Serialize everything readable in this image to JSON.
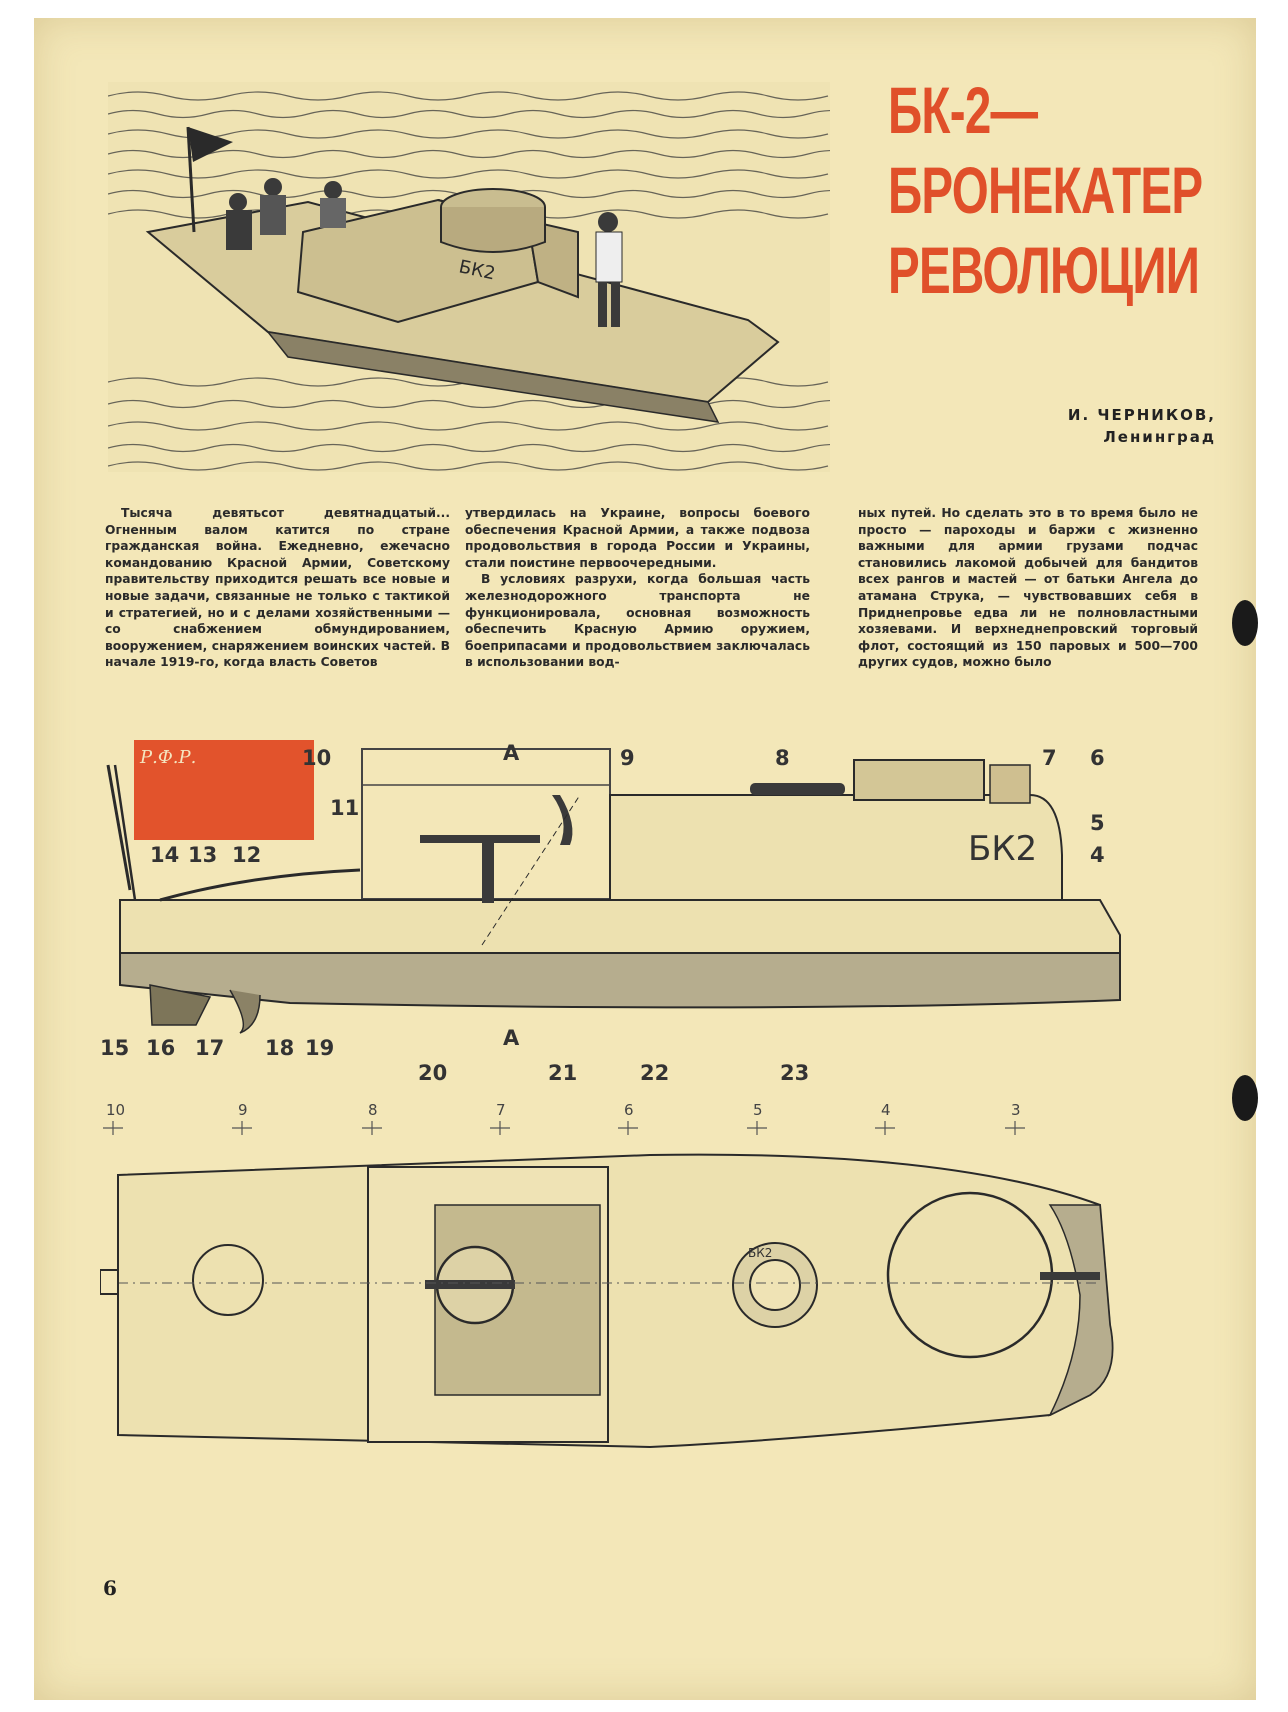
{
  "article": {
    "title_lines": [
      "БК-2—",
      "БРОНЕКАТЕР",
      "РЕВОЛЮЦИИ"
    ],
    "author_name": "И. ЧЕРНИКОВ,",
    "author_city": "Ленинград",
    "page_number": "6"
  },
  "illustration": {
    "boat_marking": "БК2"
  },
  "body": {
    "col1": "Тысяча девятьсот девятнадцатый... Огненным валом катится по стране гражданская война. Ежедневно, ежечасно командованию Красной Армии, Советскому правительству приходится решать все новые и новые задачи, связанные не только с тактикой и стратегией, но и с делами хозяйственными — со снабжением обмундированием, вооружением, снаряжением воинских частей. В начале 1919-го, когда власть Советов",
    "col2_p1": "утвердилась на Украине, вопросы боевого обеспечения Красной Армии, а также подвоза продовольствия в города России и Украины, стали поистине первоочередными.",
    "col2_p2": "В условиях разрухи, когда большая часть железнодорожного транспорта не функционировала, основная возможность обеспечить Красную Армию оружием, боеприпасами и продовольствием заключалась в использовании вод-",
    "col3": "ных путей. Но сделать это в то время было не просто — пароходы и баржи с жизненно важными для армии грузами подчас становились лакомой добычей для бандитов всех рангов и мастей — от батьки Ангела до атамана Струка, — чувствовавших себя в Приднепровье едва ли не полновластными хозяевами. И верхнеднепровский торговый флот, состоящий из 150 паровых и 500—700 других судов, можно было"
  },
  "drawing": {
    "flag_text": "Р.Ф.Р.",
    "hull_marking": "БК2",
    "section_label": "А",
    "turret_marking": "БК2",
    "callouts_top": [
      "10",
      "9",
      "8",
      "7",
      "6",
      "11",
      "5",
      "14",
      "13",
      "12",
      "4"
    ],
    "callouts_bottom": [
      "15",
      "16",
      "17",
      "18",
      "19"
    ],
    "callouts_plan": [
      "20",
      "21",
      "22",
      "23"
    ],
    "stations": [
      "10",
      "9",
      "8",
      "7",
      "6",
      "5",
      "4",
      "3"
    ]
  },
  "colors": {
    "paper": "#f3e7b8",
    "title_red": "#e0502a",
    "ink": "#2a2a2a"
  }
}
